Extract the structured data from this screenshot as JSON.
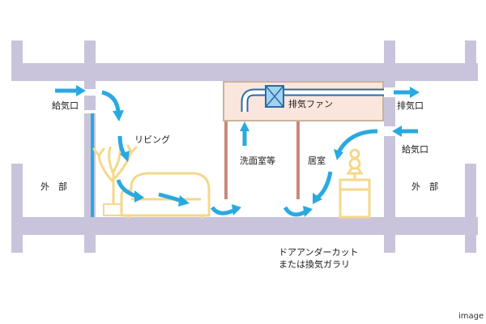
{
  "labels": {
    "supply_left": "給気口",
    "living": "リビング",
    "outside_left": "外　部",
    "washroom": "洗面室等",
    "bedroom": "居室",
    "exhaust_fan": "排気ファン",
    "exhaust_right": "排気口",
    "supply_right": "給気口",
    "outside_right": "外　部",
    "door_note_line1": "ドアアンダーカット",
    "door_note_line2": "または換気ガラリ",
    "image_caption": "image"
  },
  "colors": {
    "wall": "#c9c4dc",
    "arrow": "#29a9e0",
    "duct": "#2d6aa6",
    "partition": "#c98a7a",
    "ceiling_fill": "#fbe6de",
    "ceiling_line": "#c9b49c",
    "furniture": "#f4d88a",
    "fan_box": "#9fd3ee"
  }
}
